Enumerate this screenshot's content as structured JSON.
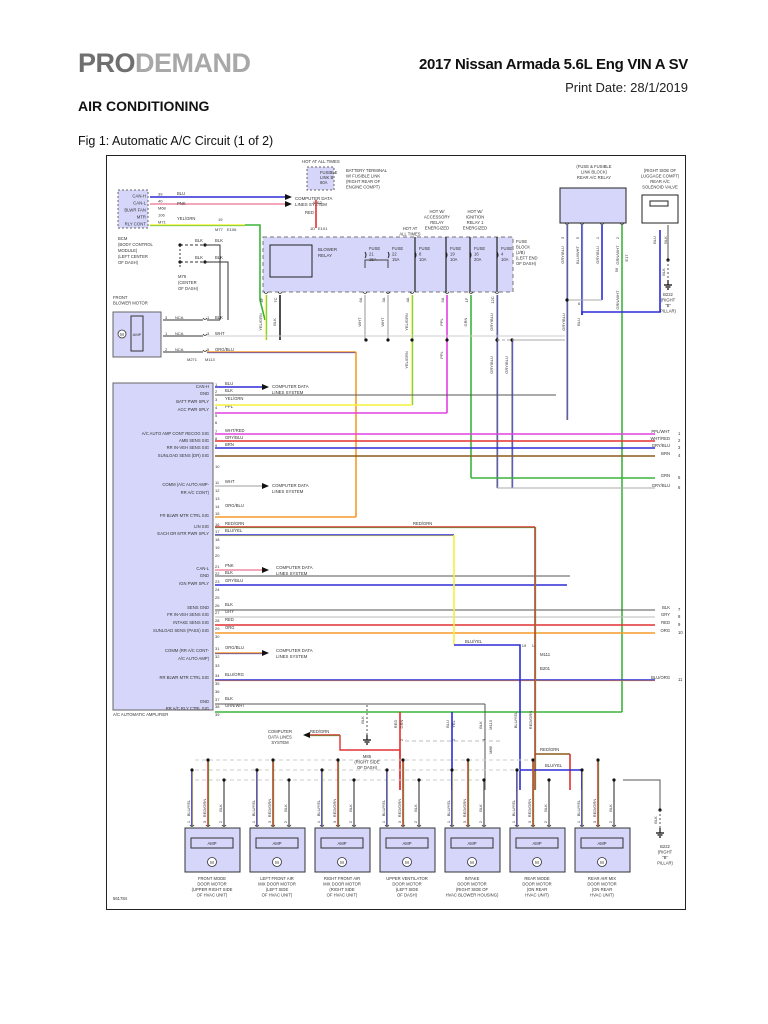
{
  "header": {
    "logo_pro": "PRO",
    "logo_demand": "DEMAND",
    "vehicle": "2017 Nissan Armada 5.6L Eng VIN A SV",
    "print_date": "Print Date: 28/1/2019"
  },
  "section_title": "AIR CONDITIONING",
  "figure_title": "Fig 1: Automatic A/C Circuit (1 of 2)",
  "diagram": {
    "figure_id": "561784",
    "colors": {
      "BLU": "#2b2bd6",
      "PNK": "#f08aa0",
      "YEL": "#f5f03a",
      "GRN": "#3cb43c",
      "RED": "#e23030",
      "BLK": "#222222",
      "WHT": "#bdbdbd",
      "ORG": "#f59a2a",
      "PPL": "#e040e0",
      "BRN": "#8b5a1a",
      "GRY": "#9a9a9a",
      "module": "#d6d6fa"
    },
    "bcm": {
      "title_lines": [
        "BCM",
        "(BODY CONTROL",
        "MODULE)",
        "(LEFT CENTER",
        "OF DASH)"
      ],
      "pins": [
        {
          "label": "CAN-H",
          "pin": "39",
          "wire": "BLU"
        },
        {
          "label": "CAN-L",
          "pin": "40",
          "wire": "PNK"
        },
        {
          "label": "BLWR FAN",
          "pin": "M68",
          "wire": ""
        },
        {
          "label": "MTR",
          "pin": "106",
          "wire": "YEL/GRN"
        },
        {
          "label": "RLY CONT",
          "pin": "M71",
          "wire": ""
        }
      ],
      "computer_data": "COMPUTER DATA",
      "lines_system": "LINES SYSTEM",
      "conn_19": "19",
      "conn_m77": "M77",
      "conn_e106": "E106",
      "blk1": "BLK",
      "blk2": "BLK",
      "blk3": "BLK",
      "blk4": "BLK",
      "ground": [
        "M76",
        "(CENTER",
        "OF DASH)"
      ]
    },
    "battery": {
      "hot": "HOT AT ALL TIMES",
      "fusible": [
        "FUSIBLE",
        "LINK B",
        "60A"
      ],
      "desc": [
        "BATTERY TERMINAL",
        "W/ FUSIBLE LINK",
        "(RIGHT REAR OF",
        "ENGINE COMPT)"
      ],
      "pin_top": "6",
      "conn_top": "E2",
      "wire": "RED",
      "pin_bot": "1D",
      "conn_bot": "E101"
    },
    "fuse_block": {
      "label": [
        "FUSE",
        "BLOCK",
        "(J/B)",
        "(LEFT END",
        "OF DASH)"
      ],
      "relay": [
        "BLOWER",
        "RELAY"
      ],
      "hot_labels": [
        [
          "HOT AT",
          "ALL TIMES"
        ],
        [
          "HOT W/",
          "ACCESSORY",
          "RELAY",
          "ENERGIZED"
        ],
        [
          "HOT W/",
          "IGNITION",
          "RELAY 1",
          "ENERGIZED"
        ]
      ],
      "fuses": [
        {
          "name": "FUSE",
          "num": "21",
          "amp": "15A"
        },
        {
          "name": "FUSE",
          "num": "22",
          "amp": "15A"
        },
        {
          "name": "FUSE",
          "num": "8",
          "amp": "10A"
        },
        {
          "name": "FUSE",
          "num": "19",
          "amp": "10A"
        },
        {
          "name": "FUSE",
          "num": "16",
          "amp": "20A"
        },
        {
          "name": "FUSE",
          "num": "4",
          "amp": "10A"
        }
      ],
      "pins": [
        "8F",
        "7C",
        "6A",
        "3A",
        "4A",
        "5A",
        "1F",
        "12C"
      ],
      "conns": [
        "E105",
        "M3",
        "M3",
        "E105",
        "M2"
      ],
      "wires": [
        "YEL/GRN",
        "BLK",
        "WHT",
        "WHT",
        "YEL/GRN",
        "PPL",
        "GRN",
        "GRY/BLU"
      ],
      "wires_low": [
        "YEL/GRN",
        "PPL",
        "GRY/BLU",
        "GRY/BLU"
      ]
    },
    "rear_relay": {
      "title": [
        "(FUSE & FUSIBLE",
        "LINK BLOCK)",
        "REAR A/C RELAY"
      ],
      "pins": [
        "3",
        "5",
        "1",
        "2"
      ],
      "wires": [
        "GRY/BLU",
        "BLU/WHT",
        "GRY/BLU",
        "GRN/WHT"
      ],
      "conn": "E17",
      "low_wires": [
        "GRY/BLU",
        "BLU",
        "GRN/WHT"
      ],
      "low_pins": [
        "57",
        "6",
        "56"
      ],
      "low_conns": [
        "E145",
        "B38",
        "M21",
        "B131"
      ]
    },
    "solenoid": {
      "title": [
        "(RIGHT SIDE OF",
        "LUGGAGE COMPT)",
        "REAR A/C",
        "SOLENOID VALVE"
      ],
      "wires": [
        "BLU",
        "BLK"
      ],
      "pins": [
        "1",
        "2"
      ],
      "blk": "BLK",
      "ground": [
        "B222",
        "(RIGHT",
        "\"B\"",
        "PILLAR)"
      ]
    },
    "blower": {
      "title": [
        "FRONT",
        "BLOWER MOTOR"
      ],
      "amp": "AMP",
      "motor": "M",
      "rows": [
        {
          "lpin": "3",
          "nca": "NCA",
          "rpin": "1",
          "wire": "BLK"
        },
        {
          "lpin": "1",
          "nca": "NCA",
          "rpin": "3",
          "wire": "WHT"
        },
        {
          "lpin": "2",
          "nca": "NCA",
          "rpin": "5",
          "wire": "ORG/BLU"
        }
      ],
      "conn_left": "M271",
      "conn_right": "M113"
    },
    "amplifier": {
      "title": "A/C AUTOMATIC AMPLIFIER",
      "pins": [
        {
          "pin": "1",
          "label": "CAN-H",
          "wire": "BLU"
        },
        {
          "pin": "2",
          "label": "GND",
          "wire": "BLK"
        },
        {
          "pin": "3",
          "label": "BATT PWR SPLY",
          "wire": "YEL/GRN"
        },
        {
          "pin": "4",
          "label": "ACC PWR SPLY",
          "wire": "PPL"
        },
        {
          "pin": "5",
          "label": "",
          "wire": ""
        },
        {
          "pin": "6",
          "label": "",
          "wire": ""
        },
        {
          "pin": "7",
          "label": "A/C AUTO AMP CONT RECOG SIG",
          "wire": "WHT/RED"
        },
        {
          "pin": "8",
          "label": "AMB SENS SIG",
          "wire": "GRY/BLU"
        },
        {
          "pin": "9",
          "label": "RR IN-VEH SENS SIG",
          "wire": "BRN"
        },
        {
          "pin": "",
          "label": "SUNLOAD SENS (DR) SIG",
          "wire": ""
        },
        {
          "pin": "10",
          "label": "",
          "wire": ""
        },
        {
          "pin": "11",
          "label": "COMM (A/C AUTO AMP-",
          "wire": "WHT"
        },
        {
          "pin": "12",
          "label": "RR A/C CONT)",
          "wire": ""
        },
        {
          "pin": "13",
          "label": "",
          "wire": ""
        },
        {
          "pin": "14",
          "label": "",
          "wire": "ORG/BLU"
        },
        {
          "pin": "15",
          "label": "FR BLWR MTR CTRL SIG",
          "wire": ""
        },
        {
          "pin": "16",
          "label": "LIN SIG",
          "wire": "RED/GRN"
        },
        {
          "pin": "17",
          "label": "EACH DR MTR PWR SPLY",
          "wire": "BLU/YEL"
        },
        {
          "pin": "18",
          "label": "",
          "wire": ""
        },
        {
          "pin": "19",
          "label": "",
          "wire": ""
        },
        {
          "pin": "20",
          "label": "",
          "wire": ""
        },
        {
          "pin": "21",
          "label": "CAN-L",
          "wire": "PNK"
        },
        {
          "pin": "22",
          "label": "GND",
          "wire": "BLK"
        },
        {
          "pin": "23",
          "label": "IGN PWR SPLY",
          "wire": "GRY/BLU"
        },
        {
          "pin": "24",
          "label": "",
          "wire": ""
        },
        {
          "pin": "25",
          "label": "",
          "wire": ""
        },
        {
          "pin": "26",
          "label": "SENS GND",
          "wire": "BLK"
        },
        {
          "pin": "27",
          "label": "FR IN-VEH SENS SIG",
          "wire": "GRY"
        },
        {
          "pin": "28",
          "label": "INTAKE SENS SIG",
          "wire": "RED"
        },
        {
          "pin": "29",
          "label": "SUNLOAD SENS (PASS) SIG",
          "wire": "ORG"
        },
        {
          "pin": "30",
          "label": "",
          "wire": ""
        },
        {
          "pin": "31",
          "label": "COMM (RR A/C CONT-",
          "wire": "ORG/BLU"
        },
        {
          "pin": "32",
          "label": "A/C AUTO AMP)",
          "wire": ""
        },
        {
          "pin": "33",
          "label": "",
          "wire": ""
        },
        {
          "pin": "34",
          "label": "RR BLWR MTR CTRL SIG",
          "wire": "BLU/ORG"
        },
        {
          "pin": "35",
          "label": "",
          "wire": ""
        },
        {
          "pin": "36",
          "label": "",
          "wire": ""
        },
        {
          "pin": "37",
          "label": "GND",
          "wire": "BLK"
        },
        {
          "pin": "38",
          "label": "RR A/C RLY CTRL SIG",
          "wire": "GRN/WHT"
        },
        {
          "pin": "39",
          "label": "",
          "wire": ""
        },
        {
          "pin": "40",
          "label": "",
          "wire": ""
        }
      ],
      "cds": [
        "COMPUTER DATA",
        "LINES SYSTEM"
      ]
    },
    "offpage": [
      {
        "wire": "PPL/WHT",
        "num": "1"
      },
      {
        "wire": "WHT/RED",
        "num": "2"
      },
      {
        "wire": "GRY/BLU",
        "num": "3"
      },
      {
        "wire": "BRN",
        "num": "4"
      },
      {
        "wire": "GRN",
        "num": "5"
      },
      {
        "wire": "GRY/BLU",
        "num": "6"
      },
      {
        "wire": "BLK",
        "num": "7"
      },
      {
        "wire": "GRY",
        "num": "8"
      },
      {
        "wire": "RED",
        "num": "9"
      },
      {
        "wire": "ORG",
        "num": "10"
      },
      {
        "wire": "BLU/ORG",
        "num": "11"
      }
    ],
    "lower": {
      "redgrn": "RED/GRN",
      "bluyel": "BLU/YEL",
      "conn_19": "19",
      "conn_18": "18",
      "m111": "M111",
      "b201": "B201",
      "cds": [
        "COMPUTER",
        "DATA LINES",
        "SYSTEM"
      ],
      "m85": [
        "M85",
        "(RIGHT SIDE",
        "OF DASH)"
      ],
      "blk": "BLK",
      "red": "RED",
      "grn": "GRN",
      "blu": "BLU",
      "yel": "YEL",
      "pin2": "2",
      "pin1": "1",
      "pin4": "4",
      "m113": "M113",
      "m86": "M86",
      "ground": [
        "B222",
        "(RIGHT",
        "\"B\"",
        "PILLAR)"
      ]
    },
    "door_motors": [
      {
        "name": [
          "FRONT MODE",
          "DOOR MOTOR",
          "(UPPER RIGHT SIDE",
          "OF HVAC UNIT)"
        ]
      },
      {
        "name": [
          "LEFT FRONT AIR",
          "MIX DOOR MOTOR",
          "(LEFT SIDE",
          "OF HVAC UNIT)"
        ]
      },
      {
        "name": [
          "RIGHT FRONT AIR",
          "MIX DOOR MOTOR",
          "(RIGHT SIDE",
          "OF HVAC UNIT)"
        ]
      },
      {
        "name": [
          "UPPER VENTILATOR",
          "DOOR MOTOR",
          "(LEFT SIDE",
          "OF DASH)"
        ]
      },
      {
        "name": [
          "INTAKE",
          "DOOR MOTOR",
          "(RIGHT SIDE OF",
          "HVAC BLOWER HOUSING)"
        ]
      },
      {
        "name": [
          "REAR MODE",
          "DOOR MOTOR",
          "(ON REAR",
          "HVAC UNIT)"
        ]
      },
      {
        "name": [
          "REAR AIR MIX",
          "DOOR MOTOR",
          "(ON REAR",
          "HVAC UNIT)"
        ]
      }
    ],
    "door_motor_common": {
      "amp": "AMP",
      "motor": "M",
      "pins": [
        "1",
        "3",
        "2"
      ],
      "wires": [
        "BLU/YEL",
        "RED/GRN",
        "BLK"
      ]
    }
  }
}
